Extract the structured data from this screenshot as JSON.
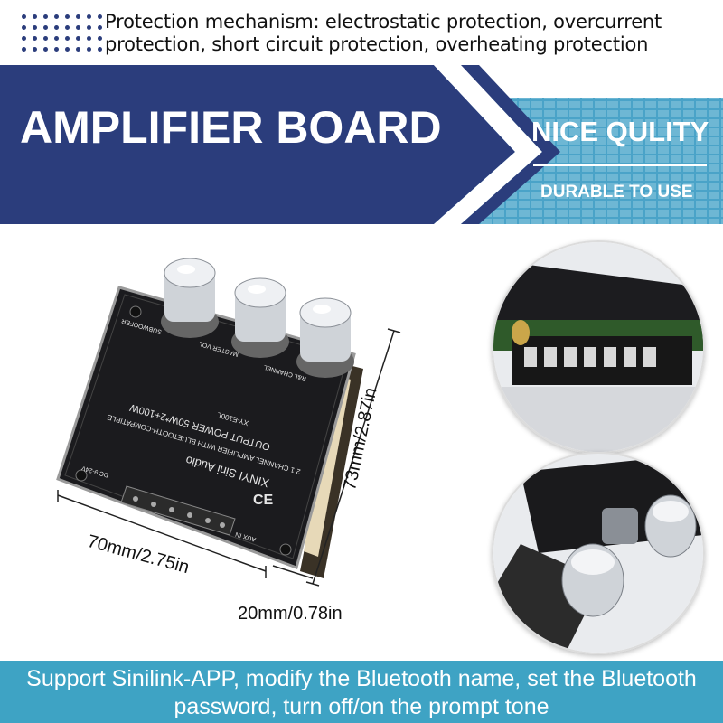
{
  "header": {
    "note": "Protection mechanism: electrostatic protection, overcurrent protection, short circuit protection, overheating protection"
  },
  "banner": {
    "title": "AMPLIFIER BOARD",
    "badge_main": "NICE QULITY",
    "badge_sub": "DURABLE TO USE",
    "colors": {
      "navy": "#2b3d7c",
      "sky": "#4aa3c8"
    }
  },
  "product": {
    "board_labels": {
      "brand": "XINYI Sini Audio",
      "desc1": "2.1 CHANNEL AMPLIFIER WITH BLUETOOTH-COMPATIBLE",
      "desc2": "OUTPUT POWER 50W*2+100W",
      "model": "XY-E100L",
      "knob1": "SUBWOOFER",
      "knob2": "MASTER VOL",
      "knob3": "R&L CHANNEL",
      "power": "DC 9-24V",
      "aux": "AUX IN",
      "ce": "CE"
    },
    "dimensions": {
      "width": "70mm/2.75in",
      "height": "73mm/2.87in",
      "depth": "20mm/0.78in"
    }
  },
  "footer": {
    "text": "Support Sinilink-APP, modify the Bluetooth name, set the Bluetooth password, turn off/on the prompt tone"
  }
}
